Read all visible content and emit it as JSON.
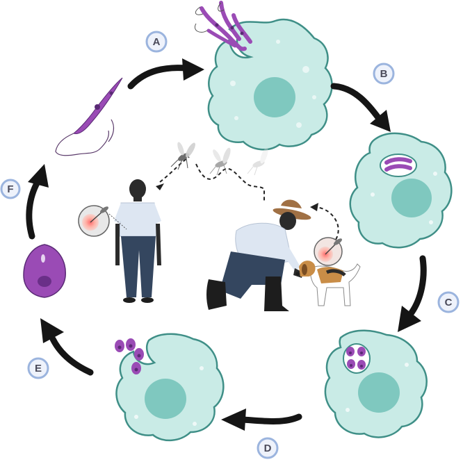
{
  "stage_labels": {
    "a": "A",
    "b": "B",
    "c": "C",
    "d": "D",
    "e": "E",
    "f": "F"
  },
  "colors": {
    "cell_fill": "#c9ebe6",
    "cell_stroke": "#3f8f87",
    "nucleus": "#7fc8bf",
    "parasite": "#9a4bb5",
    "parasite_dark": "#5a2a75",
    "arrow": "#151515",
    "badge_ring": "#9bb4de",
    "badge_fill": "#eef2fb",
    "shirt": "#dde6f2",
    "skin": "#2b2b2b",
    "jeans": "#34465f",
    "hat": "#a07044",
    "dog_tan": "#c98d47"
  },
  "icons": [
    "promastigote-parasite-icon",
    "macrophage-cell-icon",
    "amastigote-parasite-icon",
    "curved-arrow-icon",
    "mosquito-sandfly-icon",
    "human-figure-icon",
    "kneeling-farmer-icon",
    "dog-icon",
    "bite-magnifier-icon"
  ]
}
